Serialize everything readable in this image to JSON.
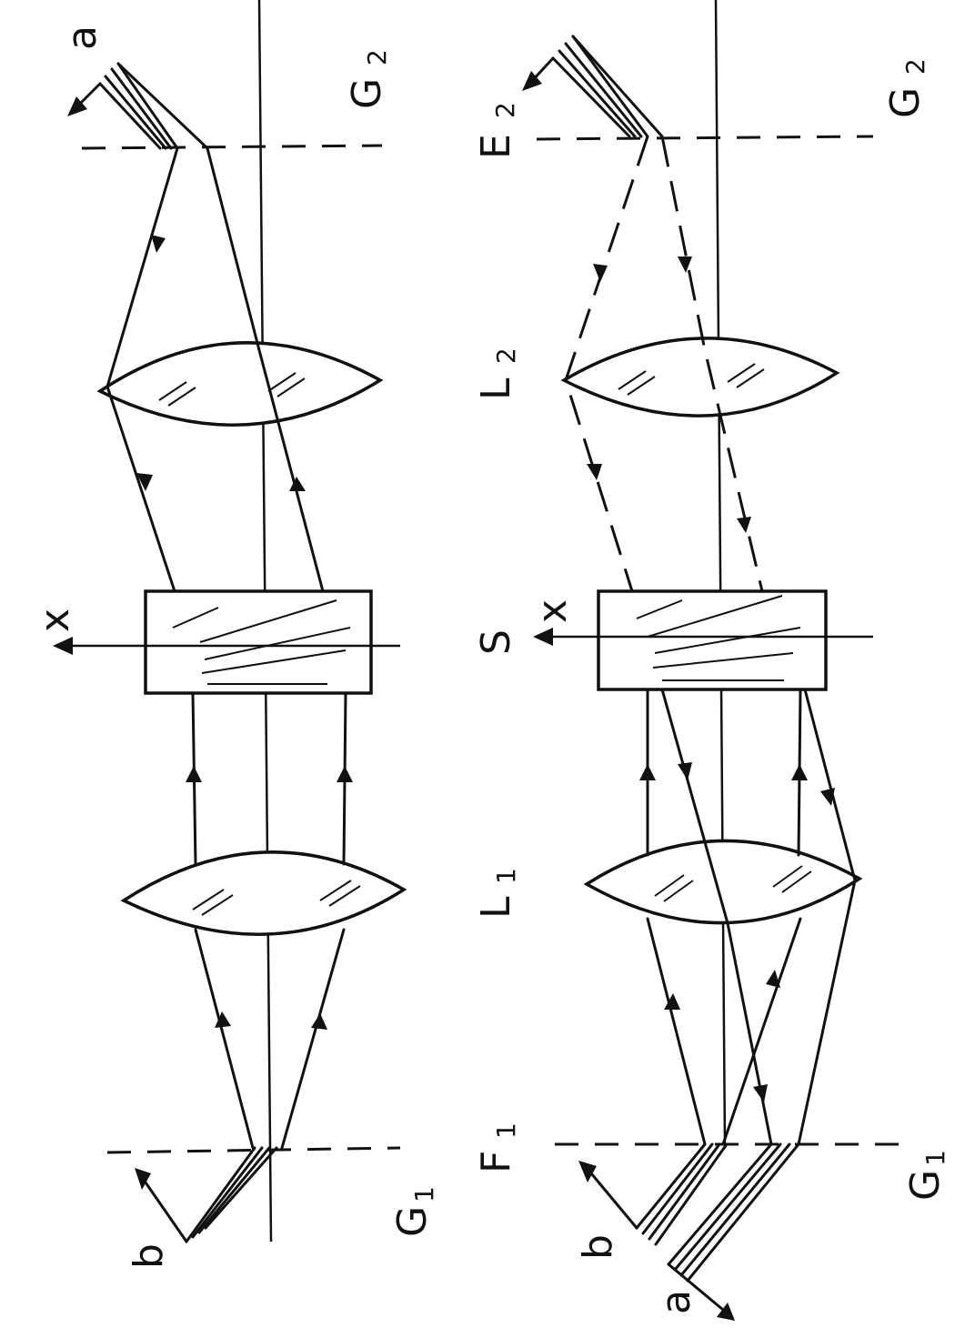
{
  "diagram": {
    "labels": {
      "top_a": "a",
      "top_G2": "G",
      "top_G2_sub": "2",
      "top_x": "x",
      "top_b": "b",
      "top_G1": "G",
      "top_G1_sub": "1",
      "bot_E2": "E",
      "bot_E2_sub": "2",
      "bot_G2": "G",
      "bot_G2_sub": "2",
      "bot_L2": "L",
      "bot_L2_sub": "2",
      "bot_S": "S",
      "bot_x": "x",
      "bot_L1": "L",
      "bot_L1_sub": "1",
      "bot_F1": "F",
      "bot_F1_sub": "1",
      "bot_G1": "G",
      "bot_G1_sub": "1",
      "bot_b": "b",
      "bot_a": "a"
    }
  }
}
